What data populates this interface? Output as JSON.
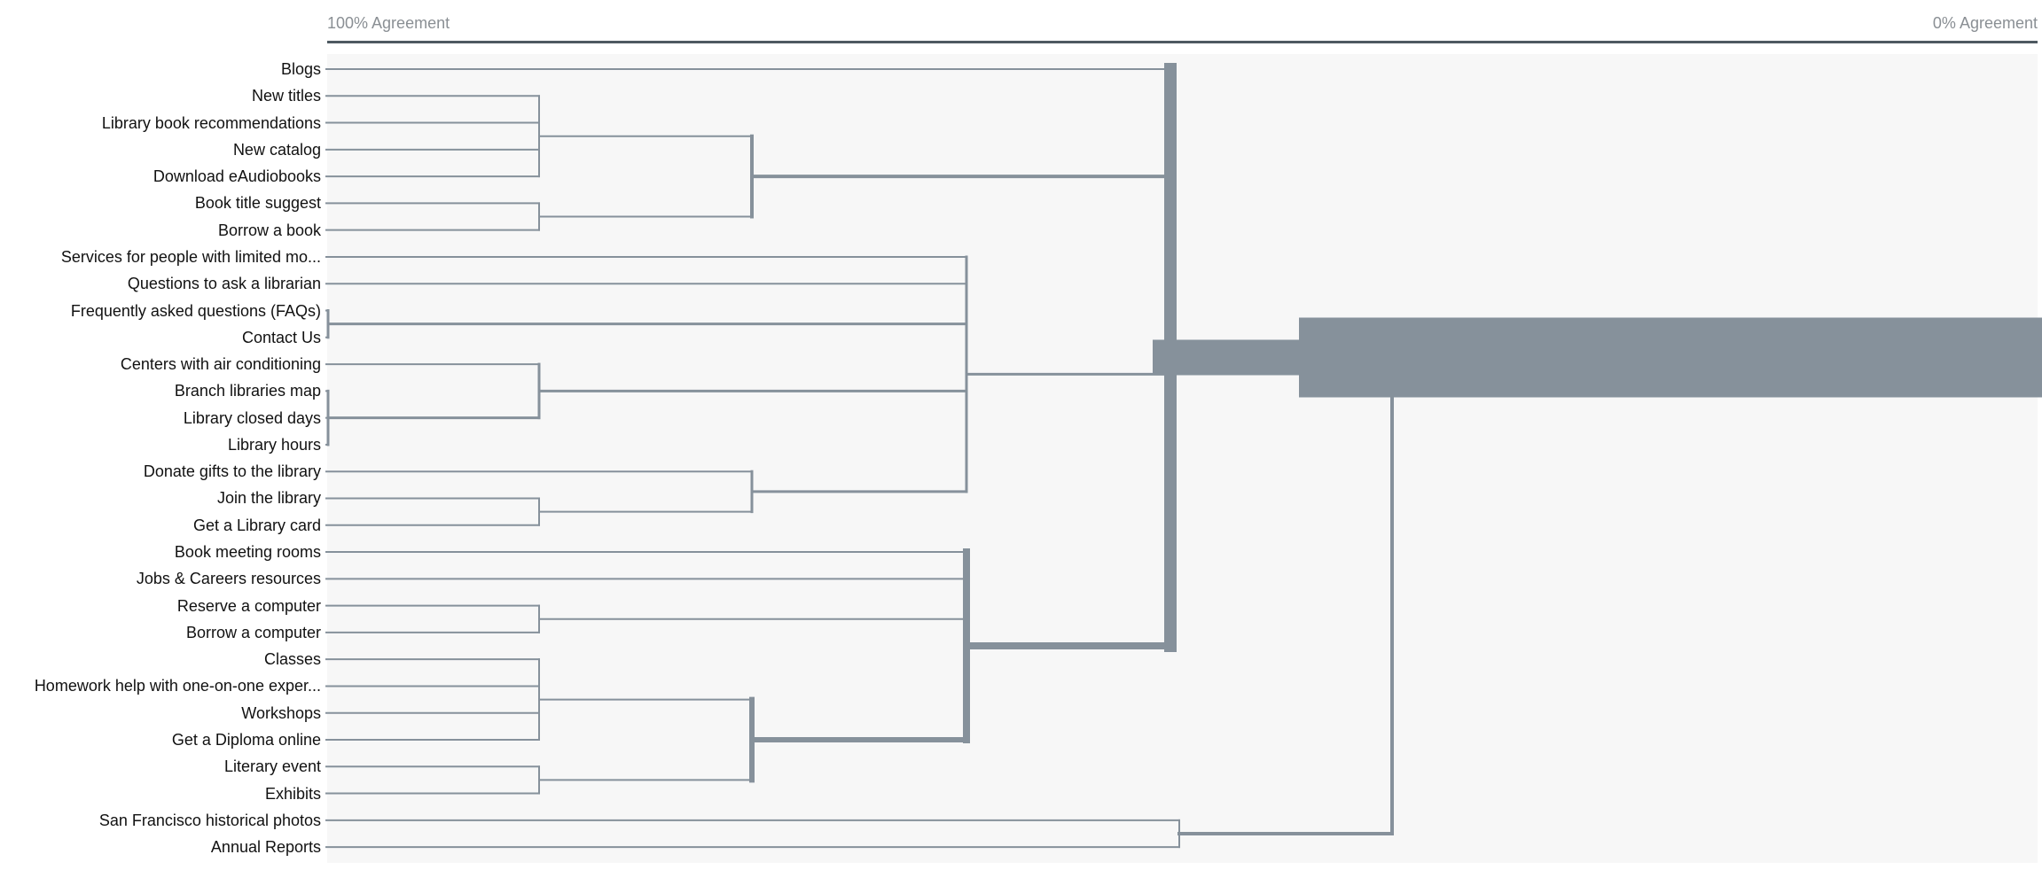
{
  "header": {
    "left_label": "100% Agreement",
    "right_label": "0% Agreement"
  },
  "colors": {
    "branch": "#86919b",
    "axis": "#4e5961",
    "plot_background": "#f7f7f7",
    "label_text": "#111111",
    "header_text": "#8a8f94"
  },
  "leaves": [
    "Blogs",
    "New titles",
    "Library book recommendations",
    "New catalog",
    "Download eAudiobooks",
    "Book title suggest",
    "Borrow a book",
    "Services for people with limited mo...",
    "Questions to ask a librarian",
    "Frequently asked questions (FAQs)",
    "Contact Us",
    "Centers with air conditioning",
    "Branch libraries map",
    "Library closed days",
    "Library hours",
    "Donate gifts to the library",
    "Join the library",
    "Get a Library card",
    "Book meeting rooms",
    "Jobs & Careers resources",
    "Reserve a computer",
    "Borrow a computer",
    "Classes",
    "Homework help with one-on-one exper...",
    "Workshops",
    "Get a Diploma online",
    "Literary event",
    "Exhibits",
    "San Francisco historical photos",
    "Annual Reports"
  ]
}
